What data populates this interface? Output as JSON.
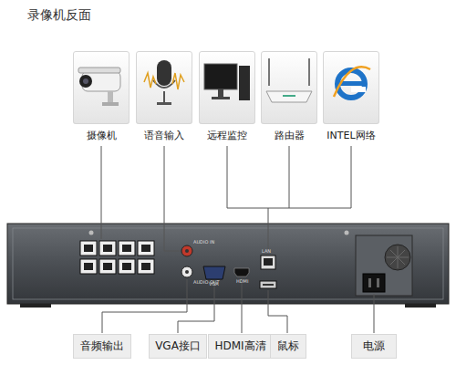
{
  "diagram": {
    "title": "录像机反面",
    "nodes": [
      {
        "text": [
          "摄像机"
        ]
      },
      {
        "text": [
          "语音输入"
        ]
      },
      {
        "text": [
          "远程监控"
        ]
      },
      {
        "text": [
          "路由器"
        ]
      },
      {
        "text": [
          "INTEL网络"
        ]
      },
      {
        "text": [
          "音频输出"
        ]
      },
      {
        "text": [
          "VGA接口"
        ]
      },
      {
        "text": [
          "HDMI高清"
        ]
      },
      {
        "text": [
          "鼠标"
        ]
      },
      {
        "text": [
          "电源"
        ]
      }
    ],
    "labels": [
      "AUDIO IN",
      "AUDIO OUT",
      "VGA",
      "HDMI",
      "LAN"
    ]
  }
}
